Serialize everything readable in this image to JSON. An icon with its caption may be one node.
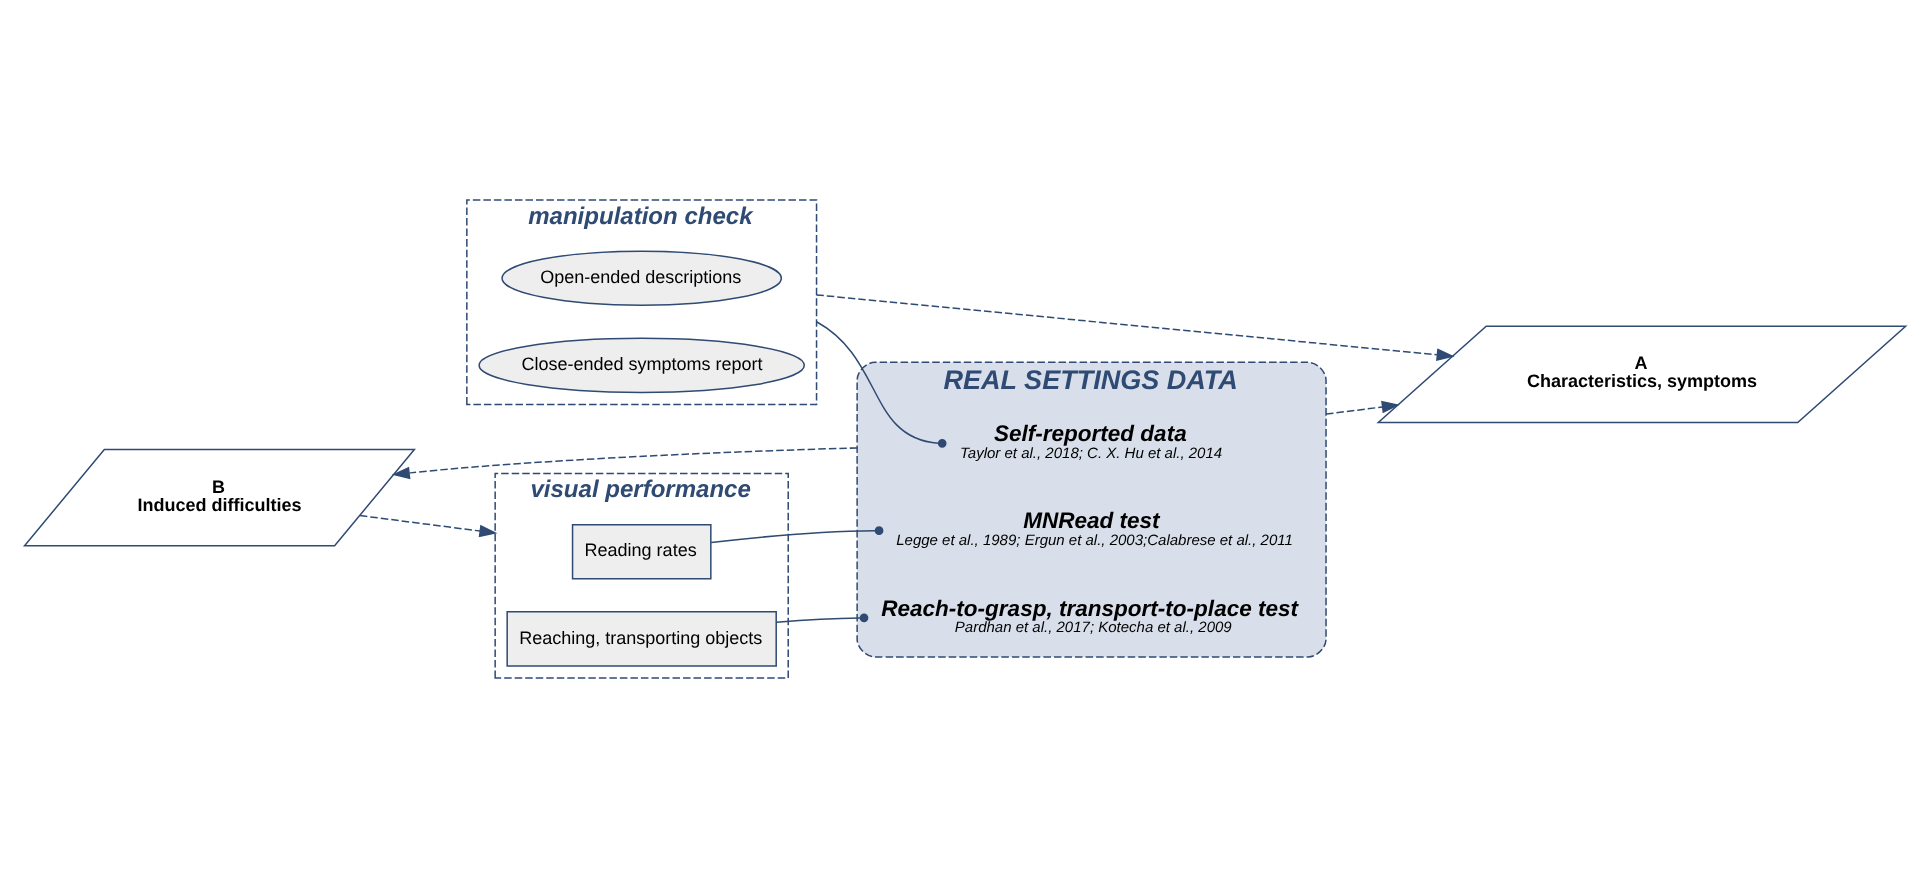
{
  "diagram": {
    "nodes": [
      {
        "text": [
          "manipulation check"
        ]
      },
      {
        "text": [
          "Open-ended descriptions"
        ],
        "in": 0
      },
      {
        "text": [
          "Close-ended symptoms report"
        ],
        "in": 0
      },
      {
        "text": [
          "A",
          "Characteristics, symptoms"
        ]
      },
      {
        "text": [
          "REAL SETTINGS DATA"
        ]
      },
      {
        "text": [
          "Self-reported data",
          "Taylor et al., 2018; C. X. Hu et al., 2014"
        ],
        "in": 4
      },
      {
        "text": [
          "MNRead test",
          "Legge et al., 1989; Ergun et al., 2003;Calabrese et al., 2011"
        ],
        "in": 4
      },
      {
        "text": [
          "Reach-to-grasp, transport-to-place test",
          "Pardhan et al., 2017; Kotecha et al., 2009"
        ],
        "in": 4
      },
      {
        "text": [
          "B",
          "Induced difficulties"
        ]
      },
      {
        "text": [
          "visual performance"
        ]
      },
      {
        "text": [
          "Reading rates"
        ],
        "in": 9
      },
      {
        "text": [
          "Reaching, transporting objects"
        ],
        "in": 9
      }
    ],
    "edges": [
      {
        "from": 0,
        "to": 5,
        "arrow": "other"
      },
      {
        "from": 10,
        "to": 6,
        "arrow": "other"
      },
      {
        "from": 11,
        "to": 7,
        "arrow": "other"
      },
      {
        "from": 4,
        "to": 8,
        "arrow": "to",
        "style": "dashed"
      },
      {
        "from": 8,
        "to": 9,
        "arrow": "to",
        "style": "dashed"
      },
      {
        "from": 0,
        "to": 3,
        "arrow": "to",
        "style": "dashed"
      },
      {
        "from": 4,
        "to": 3,
        "arrow": "to",
        "style": "dashed"
      }
    ]
  }
}
